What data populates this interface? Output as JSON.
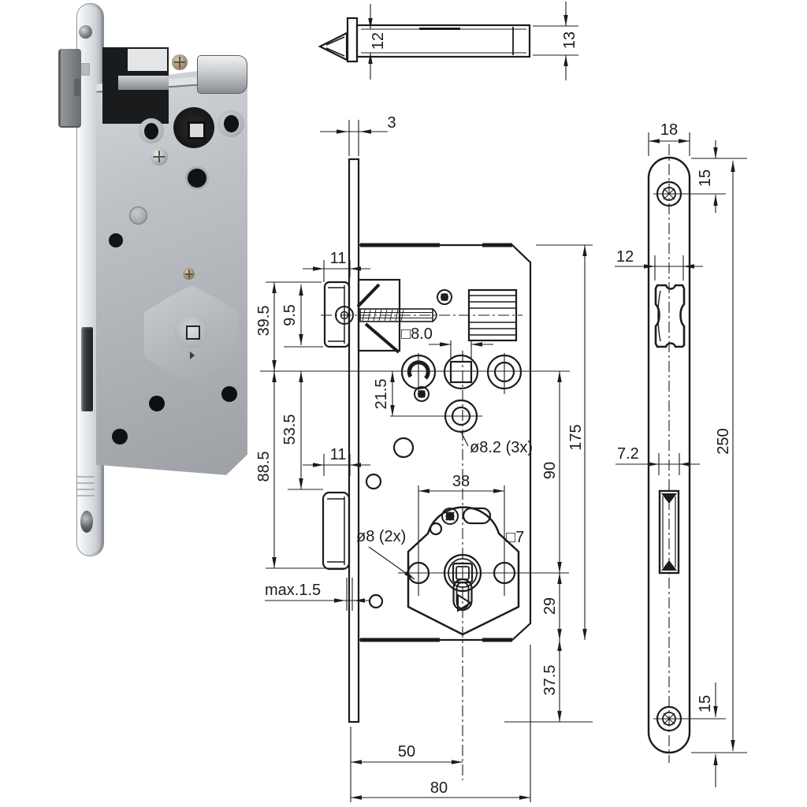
{
  "page": {
    "background": "#ffffff",
    "line_color": "#1c1c1c"
  },
  "photo": {
    "subject": "mortise-sash-lock",
    "colors": {
      "case_metal": "#b3b7bb",
      "faceplate_chrome": "#d9dcdf",
      "latch_grey": "#84888d",
      "hole_black": "#121416",
      "screw_bronze": "#a8977d",
      "screw_silver": "#cfd3d6"
    }
  },
  "top_view": {
    "dim_12": "12",
    "dim_13": "13"
  },
  "front_view": {
    "dim_3": "3",
    "dim_11_latch": "11",
    "dim_39_5": "39.5",
    "dim_9_5": "9.5",
    "dim_sq8": "□8.0",
    "dim_21_5": "21.5",
    "dim_53_5": "53.5",
    "dim_88_5": "88.5",
    "dim_11_bolt": "11",
    "dim_max15": "max.1.5",
    "dim_dia82": "ø8.2 (3x)",
    "dim_38": "38",
    "dim_dia8": "ø8 (2x)",
    "dim_sq7": "□7",
    "dim_175": "175",
    "dim_90": "90",
    "dim_29": "29",
    "dim_37_5": "37.5",
    "dim_50": "50",
    "dim_80": "80"
  },
  "side_view": {
    "dim_18": "18",
    "dim_15_top": "15",
    "dim_12": "12",
    "dim_7_2": "7.2",
    "dim_250": "250",
    "dim_15_bottom": "15"
  }
}
